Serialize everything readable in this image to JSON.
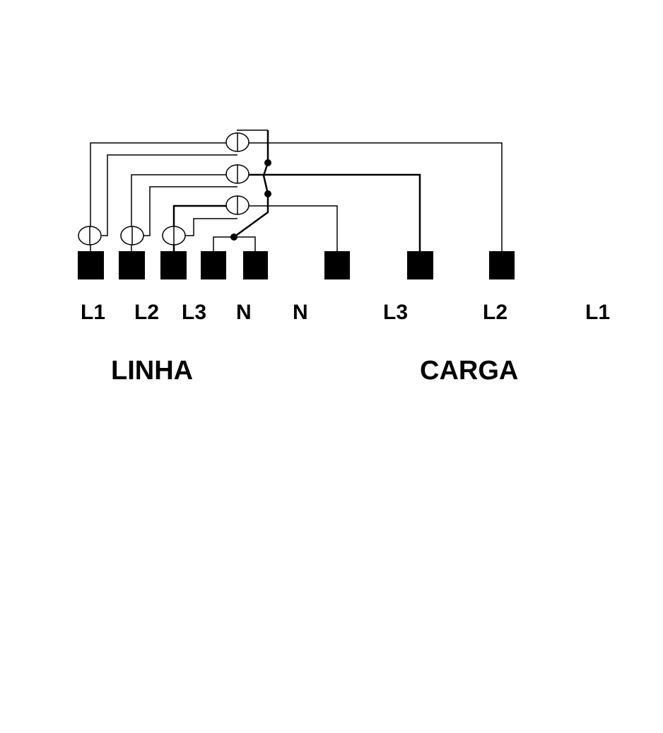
{
  "terminal_labels": [
    "L1",
    "L2",
    "L3",
    "N",
    "N",
    "L3",
    "L2",
    "L1"
  ],
  "group_labels": {
    "line": "LINHA",
    "load": "CARGA"
  },
  "colors": {
    "ink": "#000000",
    "background": "#ffffff"
  }
}
